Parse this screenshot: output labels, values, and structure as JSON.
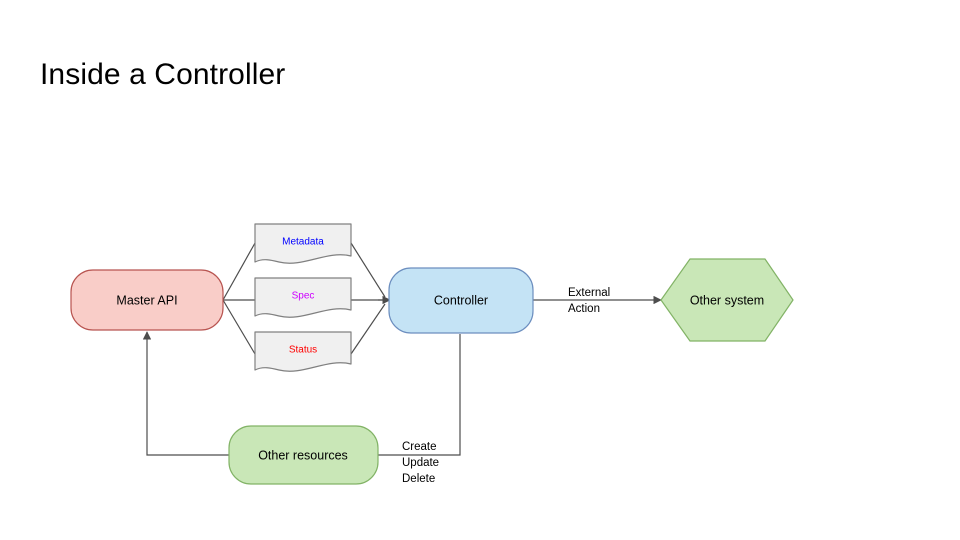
{
  "slide": {
    "title": "Inside a Controller",
    "background": "#ffffff"
  },
  "nodes": {
    "master_api": {
      "label": "Master API",
      "shape": "rounded-rectangle",
      "fill": "#f9cdc8",
      "stroke": "#b85450"
    },
    "metadata": {
      "label": "Metadata",
      "shape": "document",
      "fill": "#f0f0f0",
      "stroke": "#808080",
      "text_color": "#0000ff"
    },
    "spec": {
      "label": "Spec",
      "shape": "document",
      "fill": "#f0f0f0",
      "stroke": "#808080",
      "text_color": "#cc00ff"
    },
    "status": {
      "label": "Status",
      "shape": "document",
      "fill": "#f0f0f0",
      "stroke": "#808080",
      "text_color": "#ff0000"
    },
    "controller": {
      "label": "Controller",
      "shape": "rounded-rectangle",
      "fill": "#c4e3f5",
      "stroke": "#6c8ebf"
    },
    "other_system": {
      "label": "Other system",
      "shape": "hexagon",
      "fill": "#c9e7b7",
      "stroke": "#82b366"
    },
    "other_resources": {
      "label": "Other resources",
      "shape": "rounded-rectangle",
      "fill": "#c9e7b7",
      "stroke": "#82b366"
    }
  },
  "edge_labels": {
    "external_action_line1": "External",
    "external_action_line2": "Action",
    "cud_line1": "Create",
    "cud_line2": "Update",
    "cud_line3": "Delete"
  }
}
